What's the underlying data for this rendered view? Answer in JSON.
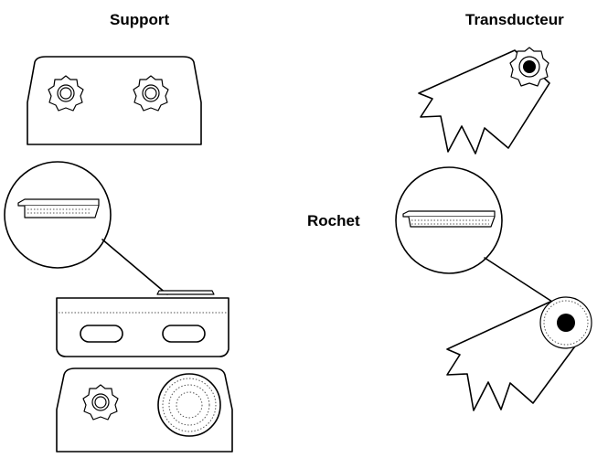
{
  "labels": {
    "support": "Support",
    "transducer": "Transducteur",
    "ratchet": "Rochet"
  },
  "colors": {
    "line": "#000000",
    "background": "#ffffff"
  }
}
